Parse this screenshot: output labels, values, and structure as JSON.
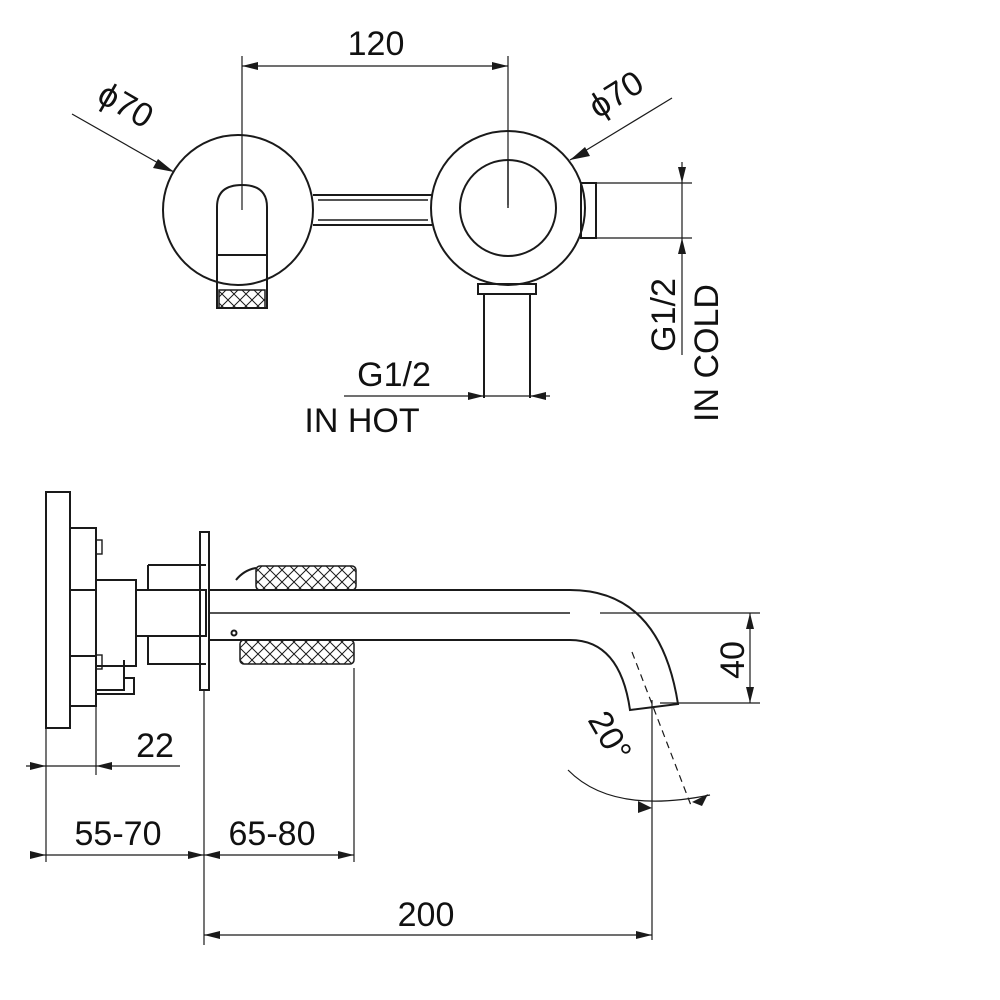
{
  "labels": {
    "top_spacing": "120",
    "left_diameter": "ϕ70",
    "right_diameter": "ϕ70",
    "hot_thread": "G1/2",
    "hot_label": "IN HOT",
    "cold_thread": "G1/2",
    "cold_label": "IN COLD",
    "spout_height": "40",
    "spout_angle": "20°",
    "flange_depth": "22",
    "wall_depth": "55-70",
    "handle_depth": "65-80",
    "spout_length": "200"
  }
}
